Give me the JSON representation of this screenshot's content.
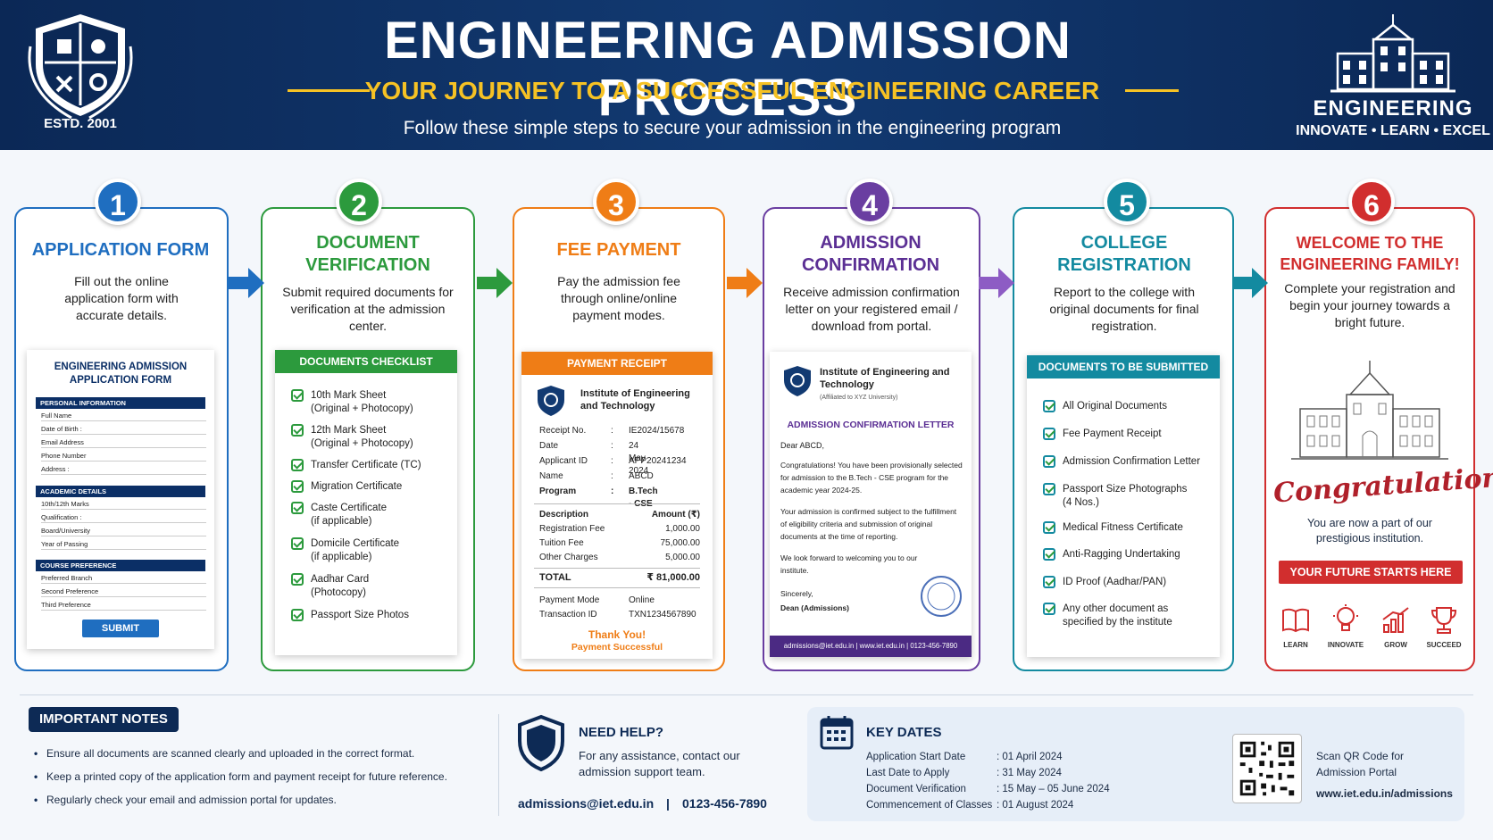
{
  "header": {
    "title": "ENGINEERING ADMISSION PROCESS",
    "subtitle": "YOUR JOURNEY TO A SUCCESSFUL ENGINEERING CAREER",
    "tagline": "Follow these simple steps to secure your admission in the engineering program",
    "estd": "ESTD. 2001",
    "brand_name": "ENGINEERING",
    "brand_tagline": "INNOVATE • LEARN • EXCEL"
  },
  "steps": [
    {
      "num": "1",
      "title": "APPLICATION FORM",
      "desc": "Fill out the online application form with accurate details.",
      "color": "#1f6ec0"
    },
    {
      "num": "2",
      "title": "DOCUMENT VERIFICATION",
      "desc": "Submit required documents for verification at the admission center.",
      "color": "#2c9a3d"
    },
    {
      "num": "3",
      "title": "FEE PAYMENT",
      "desc": "Pay the admission fee through online/online payment modes.",
      "color": "#ef7d16"
    },
    {
      "num": "4",
      "title": "ADMISSION CONFIRMATION",
      "desc": "Receive admission confirmation letter on your registered email / download from portal.",
      "color": "#6a3ea1"
    },
    {
      "num": "5",
      "title": "COLLEGE REGISTRATION",
      "desc": "Report to the college with original documents for final registration.",
      "color": "#138aa0"
    },
    {
      "num": "6",
      "title": "WELCOME TO THE ENGINEERING FAMILY!",
      "desc": "Complete your registration and begin your journey towards a bright future.",
      "color": "#d12e2e"
    }
  ],
  "form": {
    "title": "ENGINEERING ADMISSION APPLICATION FORM",
    "sec1": "PERSONAL INFORMATION",
    "sec1_fields": [
      "Full Name",
      "Date of Birth :",
      "Email Address",
      "Phone Number",
      "Address :"
    ],
    "sec2": "ACADEMIC DETAILS",
    "sec2_fields": [
      "10th/12th Marks",
      "Qualification :",
      "Board/University",
      "Year of Passing"
    ],
    "sec3": "COURSE PREFERENCE",
    "sec3_fields": [
      "Preferred Branch",
      "Second Preference",
      "Third Preference"
    ],
    "submit": "SUBMIT"
  },
  "checklist": {
    "title": "DOCUMENTS CHECKLIST",
    "items": [
      "10th Mark Sheet\n(Original + Photocopy)",
      "12th Mark Sheet\n(Original + Photocopy)",
      "Transfer Certificate (TC)",
      "Migration Certificate",
      "Caste Certificate\n(if applicable)",
      "Domicile Certificate\n(if applicable)",
      "Aadhar Card\n(Photocopy)",
      "Passport Size Photos"
    ]
  },
  "receipt": {
    "title": "PAYMENT RECEIPT",
    "institute": "Institute of Engineering and Technology",
    "fields": [
      {
        "k": "Receipt No.",
        "v": "IE2024/15678"
      },
      {
        "k": "Date",
        "v": "24 May 2024"
      },
      {
        "k": "Applicant ID",
        "v": "APP20241234"
      },
      {
        "k": "Name",
        "v": "ABCD"
      },
      {
        "k": "Program",
        "v": "B.Tech - CSE"
      }
    ],
    "desc_label": "Description",
    "amount_label": "Amount (₹)",
    "fees": [
      {
        "k": "Registration Fee",
        "v": "1,000.00"
      },
      {
        "k": "Tuition Fee",
        "v": "75,000.00"
      },
      {
        "k": "Other Charges",
        "v": "5,000.00"
      }
    ],
    "total_label": "TOTAL",
    "total": "₹ 81,000.00",
    "payment": [
      {
        "k": "Payment Mode",
        "v": "Online"
      },
      {
        "k": "Transaction ID",
        "v": "TXN1234567890"
      }
    ],
    "thanks": "Thank You!",
    "success": "Payment Successful"
  },
  "letter": {
    "institute": "Institute of Engineering and Technology",
    "affiliation": "(Affiliated to XYZ University)",
    "title": "ADMISSION CONFIRMATION LETTER",
    "greeting": "Dear ABCD,",
    "p1": "Congratulations! You have been provisionally selected for admission to the B.Tech - CSE program for the academic year 2024-25.",
    "p2": "Your admission is confirmed subject to the fulfillment of eligibility criteria and submission of original documents at the time of reporting.",
    "p3": "We look forward to welcoming you to our institute.",
    "sincerely": "Sincerely,",
    "signer": "Dean (Admissions)",
    "footer": "admissions@iet.edu.in | www.iet.edu.in | 0123-456-7890"
  },
  "submit_docs": {
    "title": "DOCUMENTS TO BE SUBMITTED",
    "items": [
      "All Original Documents",
      "Fee Payment Receipt",
      "Admission Confirmation Letter",
      "Passport Size Photographs\n(4 Nos.)",
      "Medical Fitness Certificate",
      "Anti-Ragging Undertaking",
      "ID Proof (Aadhar/PAN)",
      "Any other document as\nspecified by the institute"
    ]
  },
  "welcome": {
    "congrats": "Congratulations!",
    "msg": "You are now a part of our prestigious institution.",
    "cta": "YOUR FUTURE STARTS HERE",
    "icons": [
      {
        "label": "LEARN",
        "icon": "book-icon"
      },
      {
        "label": "INNOVATE",
        "icon": "bulb-icon"
      },
      {
        "label": "GROW",
        "icon": "growth-chart-icon"
      },
      {
        "label": "SUCCEED",
        "icon": "trophy-icon"
      }
    ]
  },
  "notes": {
    "title": "IMPORTANT NOTES",
    "items": [
      "Ensure all documents are scanned clearly and uploaded in the correct format.",
      "Keep a printed copy of the application form and payment receipt for future reference.",
      "Regularly check your email and admission portal for updates."
    ]
  },
  "help": {
    "title": "NEED HELP?",
    "text": "For any assistance, contact our admission support team.",
    "email": "admissions@iet.edu.in",
    "sep": "|",
    "phone": "0123-456-7890"
  },
  "key_dates": {
    "title": "KEY DATES",
    "items": [
      {
        "k": "Application Start Date",
        "v": ": 01 April 2024"
      },
      {
        "k": "Last Date to Apply",
        "v": ": 31 May 2024"
      },
      {
        "k": "Document Verification",
        "v": ": 15 May – 05 June 2024"
      },
      {
        "k": "Commencement of Classes",
        "v": ": 01 August 2024"
      }
    ],
    "qr_label": "Scan QR Code for Admission Portal",
    "qr_url": "www.iet.edu.in/admissions"
  }
}
